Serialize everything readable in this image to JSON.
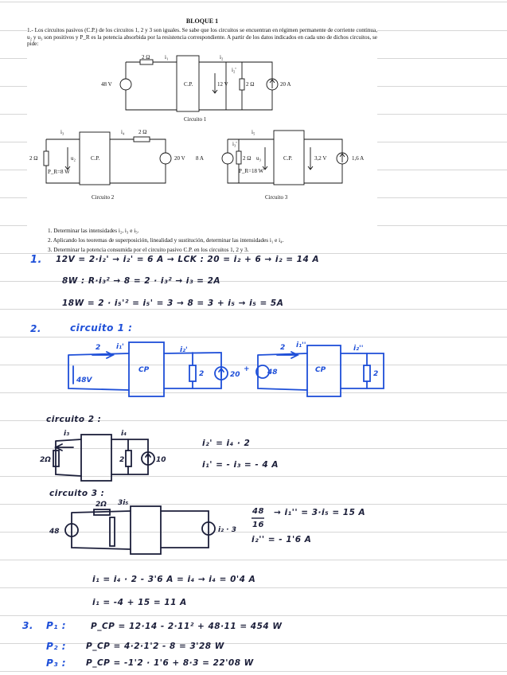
{
  "problem": {
    "heading": "BLOQUE 1",
    "statement": "1.- Los circuitos pasivos (C.P.) de los circuitos 1, 2 y 3 son iguales. Se sabe que los circuitos se encuentran en régimen permanente de corriente continua, u₂ y u₃ son positivos y P_R es la potencia absorbida por la resistencia correspondiente. A partir de los datos indicados en cada uno de dichos circuitos, se pide:",
    "circuit1": {
      "caption": "Circuito 1",
      "res_top": "2 Ω",
      "cur_i1": "i₁",
      "cur_i2": "i₂",
      "src_v": "48 V",
      "box": "C.P.",
      "volt": "12 V",
      "res_right": "2 Ω",
      "src_i": "20 A",
      "mark": "i₂'"
    },
    "circuit2": {
      "caption": "Circuito 2",
      "cur_i3": "i₃",
      "cur_i4": "i₄",
      "res_top": "2 Ω",
      "res_left": "2 Ω",
      "volt_u2": "u₂",
      "power": "P_R=8 W",
      "box": "C.P.",
      "src_v": "20 V"
    },
    "circuit3": {
      "caption": "Circuito 3",
      "cur_i5": "i₅",
      "src_i": "8 A",
      "res": "2 Ω",
      "volt_u3": "u₃",
      "power": "P_R=18 W",
      "box": "C.P.",
      "volt": "3,2 V",
      "src_i2": "1,6 A",
      "mark": "i₃'"
    },
    "questions": [
      "1.    Determinar las intensidades i₂, i₃ e i₅.",
      "2.    Aplicando los teoremas de superposición, linealidad y sustitución, determinar las intensidades i₁ e i₄.",
      "3.    Determinar la potencia consumida por el circuito pasivo C.P. en los circuitos 1, 2 y 3."
    ]
  },
  "handwritten": {
    "q1_num": "1.",
    "q1_line1": "12V  =  2·i₂'    →  i₂' = 6 A     →   LCK :  20 = i₂ + 6     →  i₂ = 14 A",
    "q1_line2": "8W :  R·i₃²   →      8 = 2 · i₃²      →   i₃ = 2A",
    "q1_line3": "18W = 2 · i₅'²   =     i₅' = 3         →     8 = 3 + i₅     →  i₅ = 5A",
    "q2_num": "2.",
    "q2_title": "circuito 1 :",
    "q2_c1a_res": "2",
    "q2_c1a_cur": "i₁'",
    "q2_c1a_mark": "i₂'",
    "q2_c1a_src": "48V",
    "q2_c1a_box": "CP",
    "q2_c1a_r2": "2",
    "q2_c1a_isrc": "20",
    "q2_plus": "+",
    "q2_c1b_res": "2",
    "q2_c1b_cur": "i₁''",
    "q2_c1b_mark": "i₂''",
    "q2_c1b_src": "48",
    "q2_c1b_box": "CP",
    "q2_c1b_r2": "2",
    "c2_title": "circuito 2 :",
    "c2_i3": "i₃",
    "c2_i4": "i₄",
    "c2_r": "2Ω",
    "c2_r2": "2",
    "c2_src": "10",
    "c2_eq1": "i₂' = i₄ · 2",
    "c2_eq2": "i₁' = - i₃  =  - 4 A",
    "c3_title": "circuito 3 :",
    "c3_r": "2Ω",
    "c3_i": "3i₅",
    "c3_src": "48",
    "c3_isrc": "i₂ · 3",
    "c3_frac_num": "48",
    "c3_frac_den": "16",
    "c3_eq1": "→    i₁'' = 3·i₅  = 15 A",
    "c3_eq2": "i₂'' = - 1'6 A",
    "final_eq1": "i₁  =  i₄ · 2  - 3'6 A  =  i₄     →     i₄ = 0'4 A",
    "final_eq2": "i₁ = -4 + 15  = 11 A",
    "q3_num": "3.",
    "p1_label": "P₁ :",
    "p1_eq": "P_CP  =   12·14  -   2·11²  + 48·11   =   454 W",
    "p2_label": "P₂ :",
    "p2_eq": "P_CP  =   4·2·1'2  -  8  =   3'28 W",
    "p3_label": "P₃ :",
    "p3_eq": "P_CP  = -1'2 · 1'6 + 8·3  =  22'08 W"
  }
}
